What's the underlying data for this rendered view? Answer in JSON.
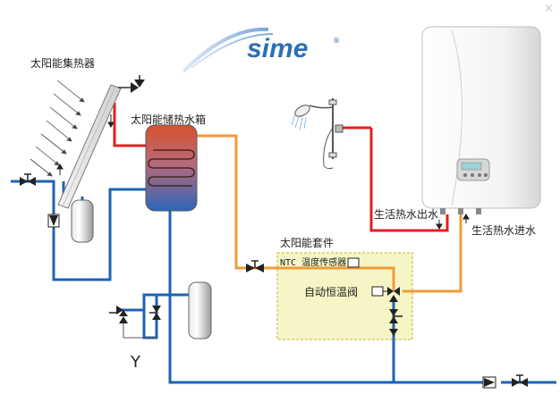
{
  "controls": {
    "close_glyph": "×"
  },
  "brand": {
    "logo_text": "sime",
    "logo_registered": "®",
    "color": "#2f6fb3"
  },
  "labels": {
    "solar_collector": "太阳能集热器",
    "solar_tank": "太阳能储热水箱",
    "solar_kit": "太阳能套件",
    "ntc_sensor": "NTC 温度传感器",
    "thermostatic_valve": "自动恒温阀",
    "hot_water_out": "生活热水出水",
    "hot_water_in": "生活热水进水",
    "drain_symbol": "Y"
  },
  "colors": {
    "hot_pipe": "#e02020",
    "cold_pipe": "#1d63b5",
    "warm_pipe": "#f39a35",
    "kit_fill": "#f6f5c6",
    "kit_border": "#c9b23a"
  }
}
